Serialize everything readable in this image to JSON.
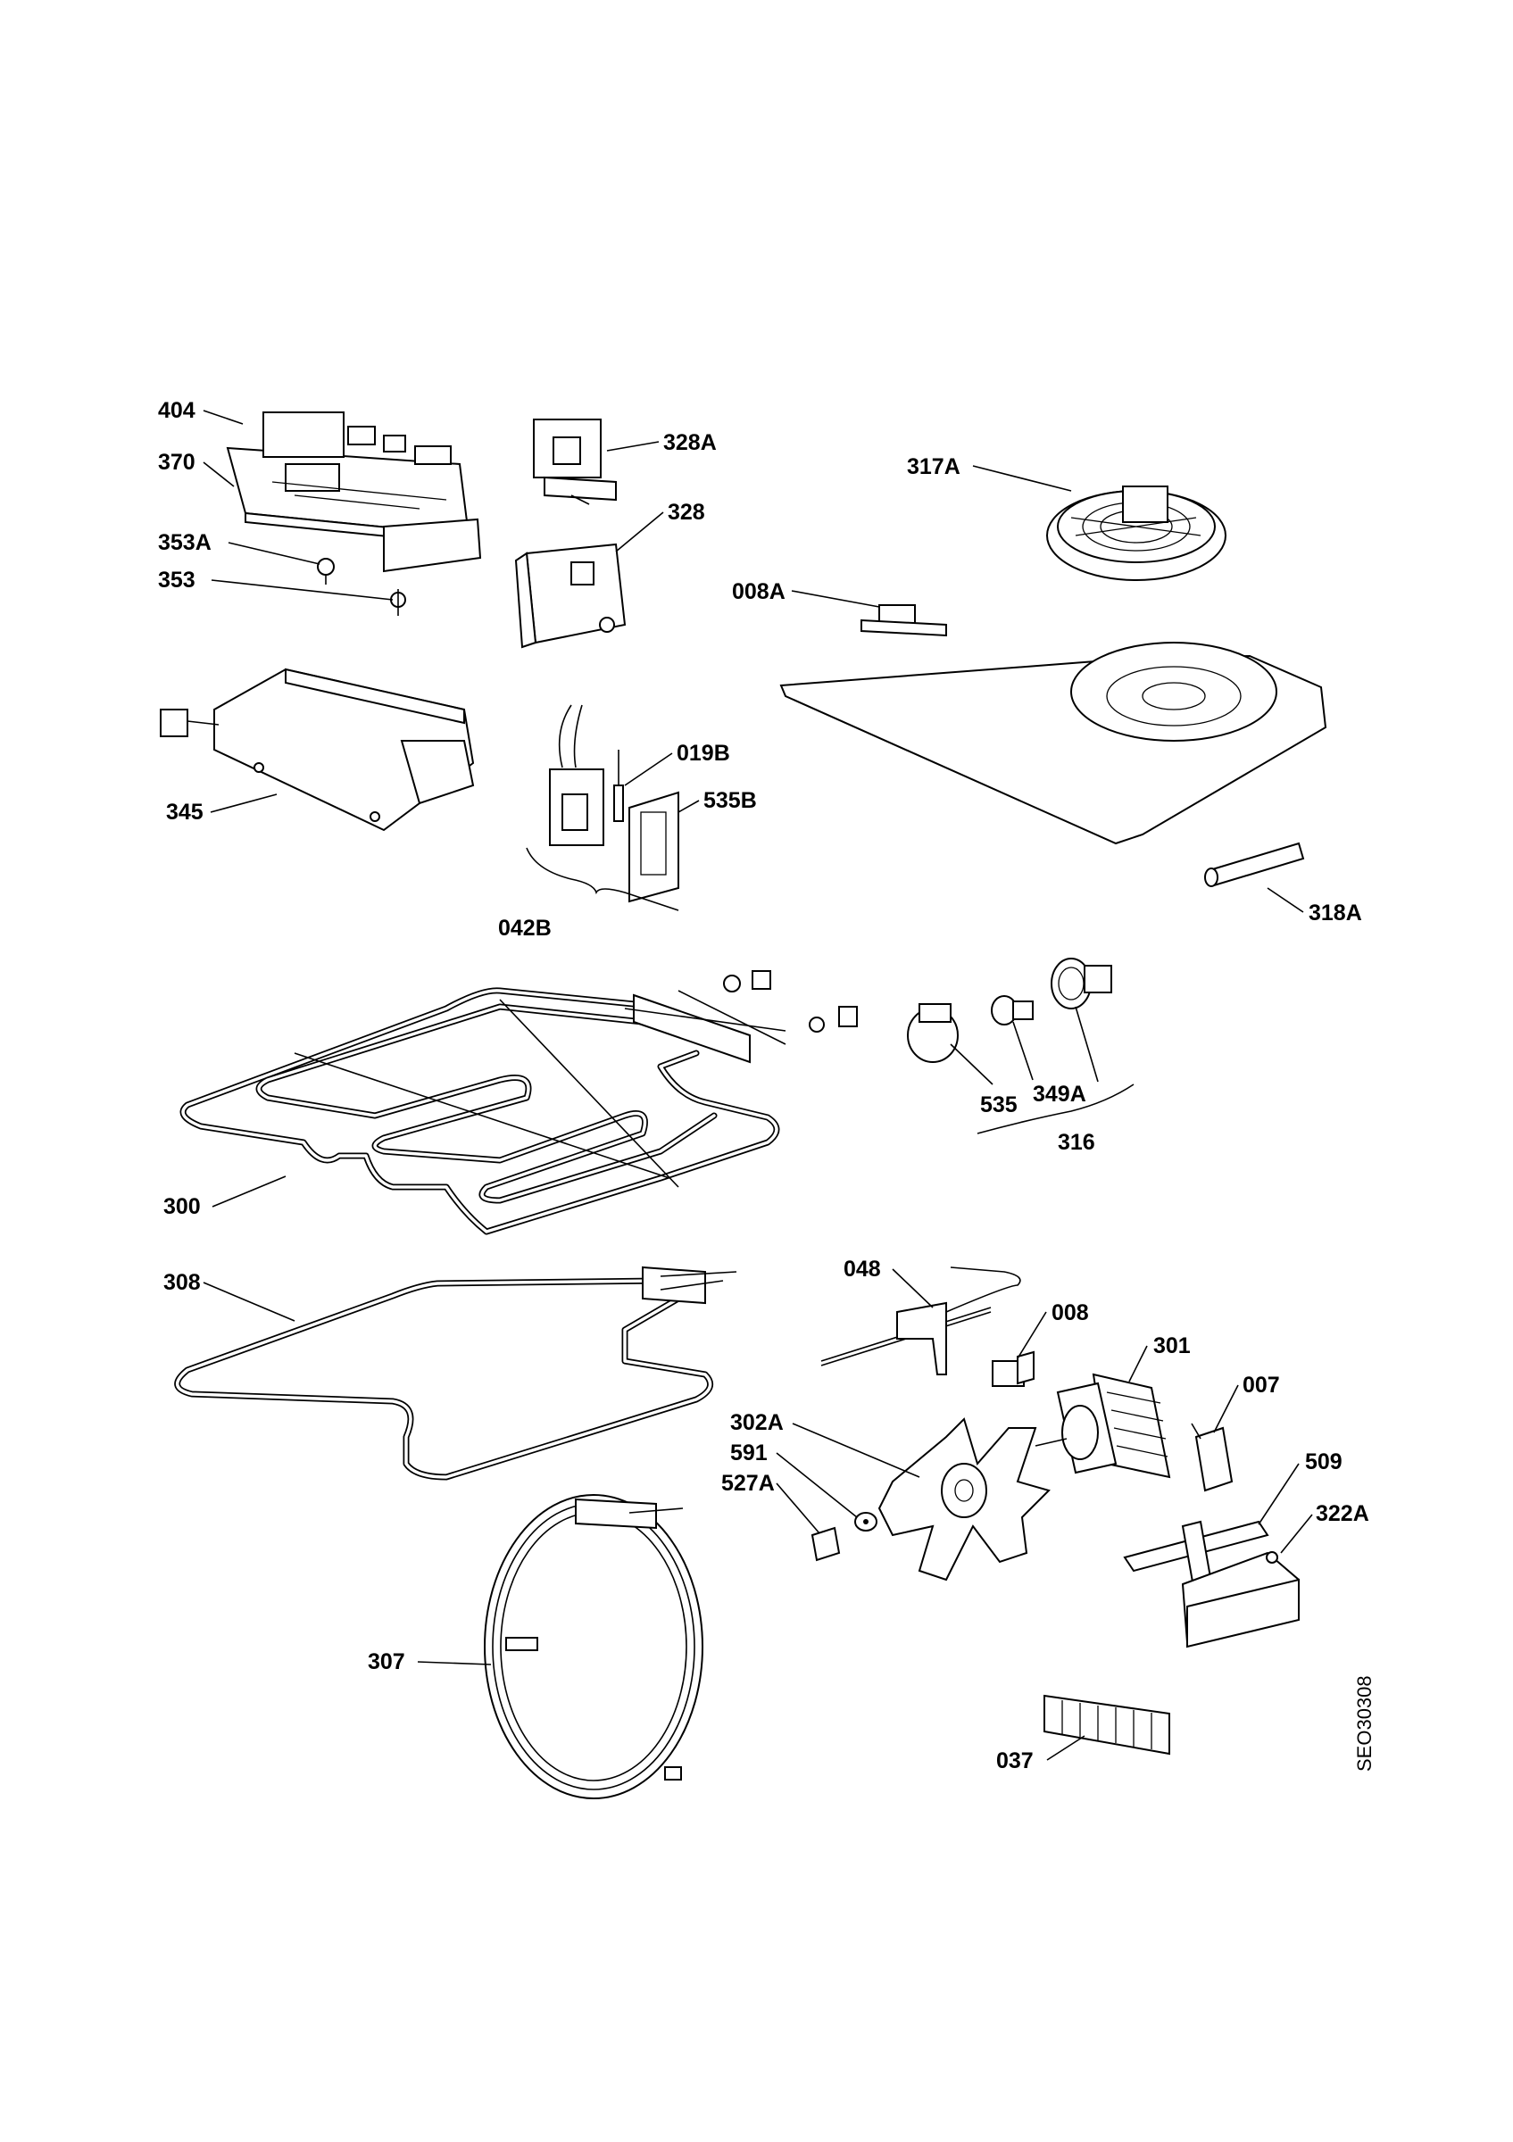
{
  "labels": {
    "l404": "404",
    "l370": "370",
    "l353A": "353A",
    "l353": "353",
    "l328A": "328A",
    "l328": "328",
    "l317A": "317A",
    "l008A": "008A",
    "l345": "345",
    "l019B": "019B",
    "l535B": "535B",
    "l042B": "042B",
    "l318A": "318A",
    "l300": "300",
    "l535": "535",
    "l349A": "349A",
    "l316": "316",
    "l308": "308",
    "l048": "048",
    "l008": "008",
    "l301": "301",
    "l007": "007",
    "l302A": "302A",
    "l591": "591",
    "l527A": "527A",
    "l509": "509",
    "l322A": "322A",
    "l307": "307",
    "l037": "037"
  },
  "drawing_ref": "SEO30308"
}
